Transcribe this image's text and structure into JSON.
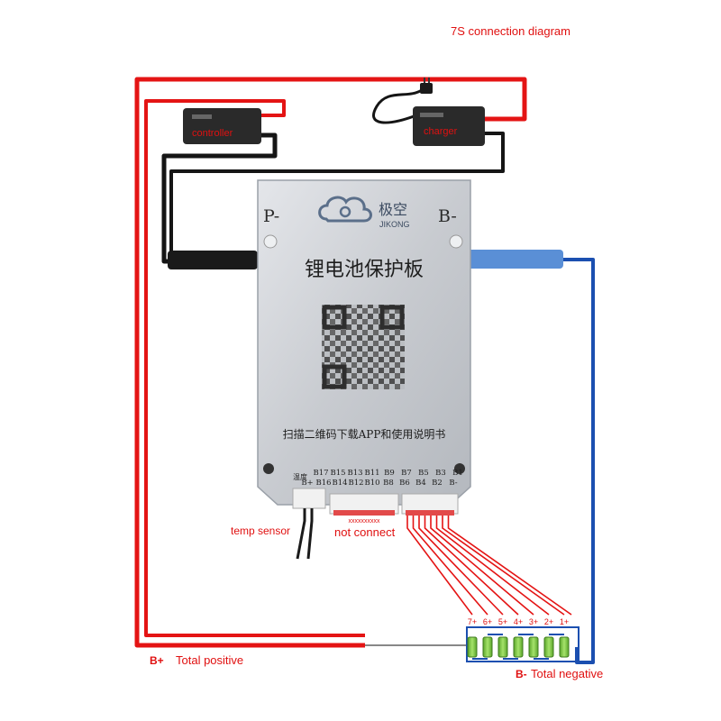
{
  "diagram": {
    "title": "7S connection diagram",
    "board": {
      "brand_cn": "极空",
      "brand_en": "JIKONG",
      "p_minus": "P-",
      "b_minus": "B-",
      "name_cn": "锂电池保护板",
      "qr_hint_cn": "扫描二维码下载APP和使用说明书",
      "temp_cn": "温度",
      "pins_top": [
        "B17",
        "B15",
        "B13",
        "B11",
        "B9",
        "B7",
        "B5",
        "B3",
        "B1"
      ],
      "pins_bottom": [
        "B+",
        "B16",
        "B14",
        "B12",
        "B10",
        "B8",
        "B6",
        "B4",
        "B2",
        "B-"
      ],
      "nc_marks": "xxxxxxxxxx"
    },
    "controller_label": "controller",
    "charger_label": "charger",
    "temp_sensor_label": "temp sensor",
    "not_connect_label": "not connect",
    "b_plus_symbol": "B+",
    "total_positive_label": "Total positive",
    "b_minus_symbol": "B-",
    "total_negative_label": "Total negative",
    "cell_labels": [
      "7+",
      "6+",
      "5+",
      "4+",
      "3+",
      "2+",
      "1+"
    ],
    "colors": {
      "red_wire": "#e41414",
      "blue_wire": "#1b4fb0",
      "black_wire": "#151515",
      "board": "#c9ccd1",
      "cell": "#8fd14f",
      "label": "#e01010"
    }
  }
}
